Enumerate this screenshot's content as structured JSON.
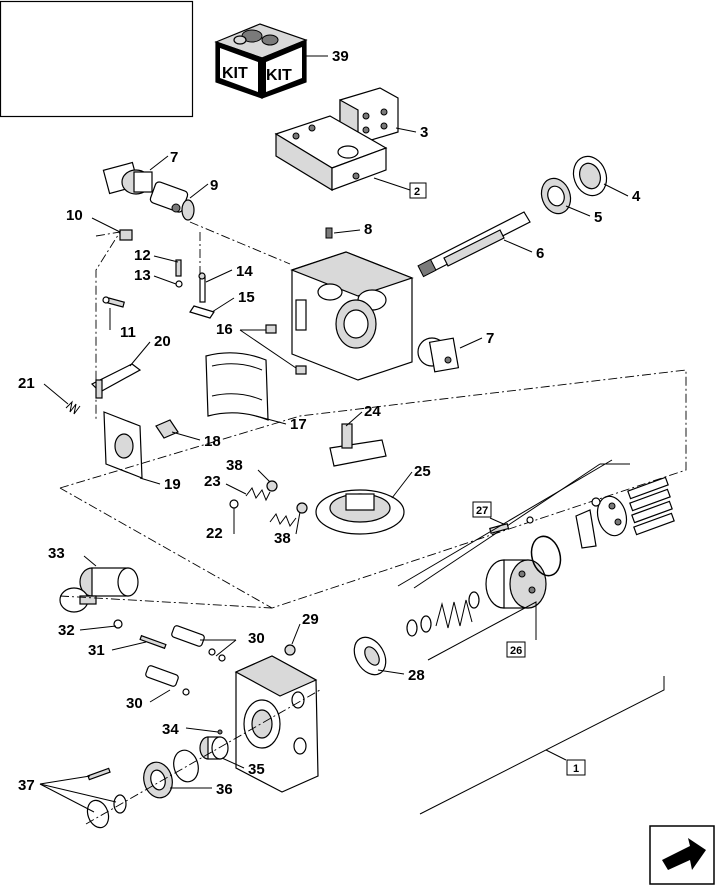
{
  "kit_icon": {
    "label_left": "KIT",
    "label_right": "KIT"
  },
  "callouts": {
    "c39": "39",
    "c3": "3",
    "c2": "2",
    "c7a": "7",
    "c9": "9",
    "c4": "4",
    "c5": "5",
    "c10": "10",
    "c8": "8",
    "c6": "6",
    "c12": "12",
    "c14": "14",
    "c13": "13",
    "c15": "15",
    "c11": "11",
    "c16": "16",
    "c7b": "7",
    "c20": "20",
    "c21": "21",
    "c17": "17",
    "c18": "18",
    "c24": "24",
    "c19": "19",
    "c38a": "38",
    "c23": "23",
    "c25": "25",
    "c22": "22",
    "c38b": "38",
    "c27": "27",
    "c33": "33",
    "c32": "32",
    "c30a": "30",
    "c29": "29",
    "c31": "31",
    "c26": "26",
    "c30b": "30",
    "c28": "28",
    "c34": "34",
    "c35": "35",
    "c36": "36",
    "c37": "37",
    "c1": "1"
  },
  "nav": {
    "arrow_icon": "next-page-arrow-icon"
  }
}
